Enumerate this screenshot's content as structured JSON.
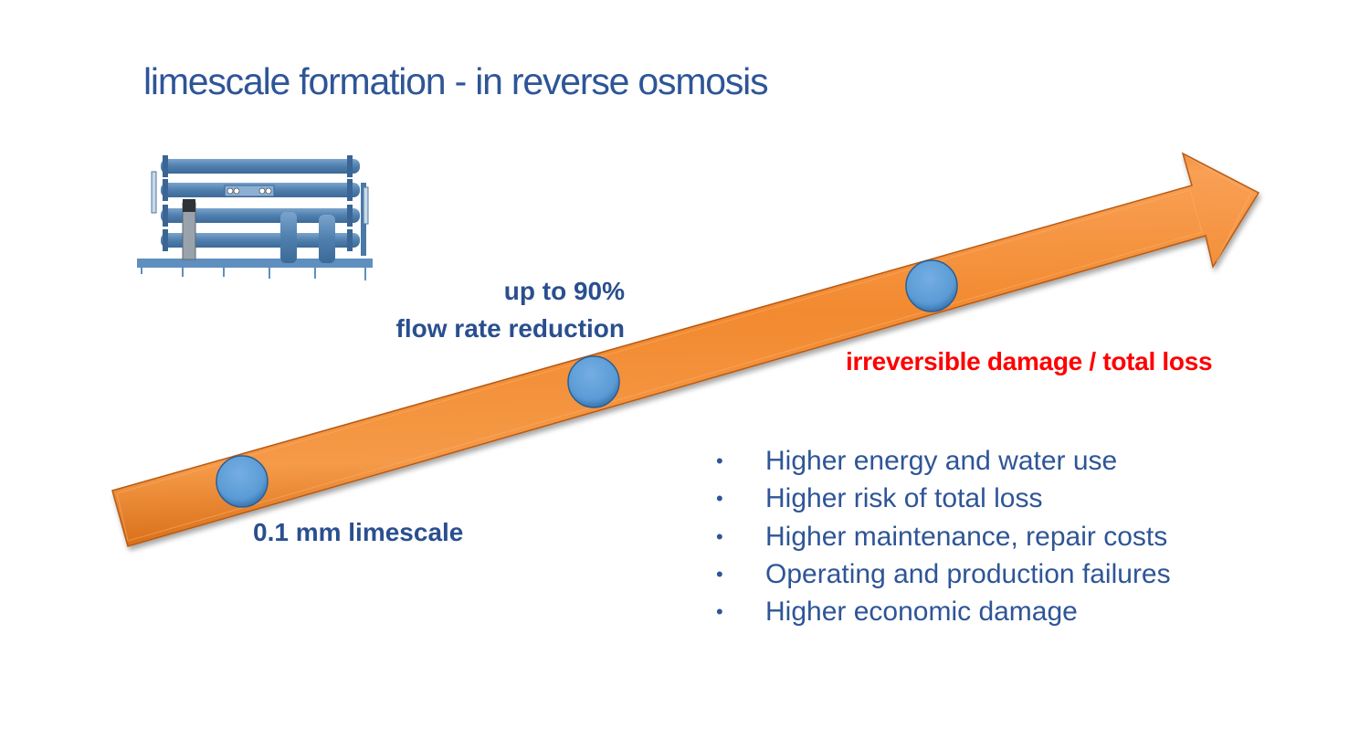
{
  "slide": {
    "title": "limescale formation - in reverse osmosis",
    "image": {
      "subject": "reverse osmosis plant",
      "icon": "ro-plant-illustration"
    },
    "arrow": {
      "meaning": "progression of limescale build-up",
      "color": "#f08a2e",
      "edge_color": "#b85a12"
    },
    "milestones": [
      {
        "id": "stage-1",
        "label": "0.1 mm limescale",
        "color": "#5b9bd5"
      },
      {
        "id": "stage-2",
        "label_line1": "up to 90%",
        "label_line2": "flow rate reduction",
        "color": "#5b9bd5"
      },
      {
        "id": "stage-3",
        "label": "irreversible damage / total loss",
        "label_color": "#ff0000",
        "color": "#5b9bd5"
      }
    ],
    "consequences": {
      "bullet": "•",
      "items": [
        "Higher energy and water use",
        "Higher risk of total loss",
        "Higher maintenance, repair costs",
        "Operating and production failures",
        "Higher economic damage"
      ]
    },
    "colors": {
      "title": "#2e5597",
      "label_blue": "#2a4f8f",
      "label_red": "#ff0000"
    }
  }
}
